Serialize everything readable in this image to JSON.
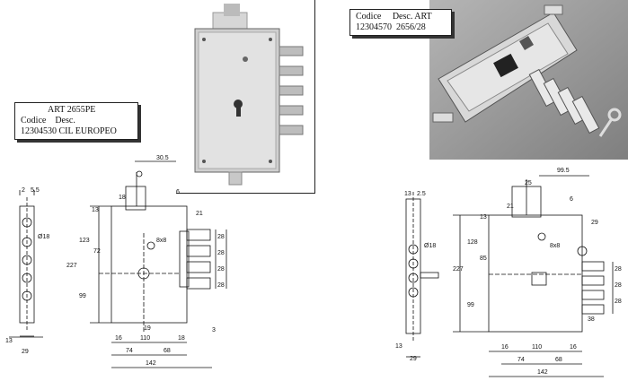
{
  "left_product": {
    "title": "ART 2655PE",
    "code_header": "Codice",
    "desc_header": "Desc.",
    "code": "12304530",
    "desc": "CIL EUROPEO"
  },
  "right_product": {
    "code_header": "Codice",
    "desc_header": "Desc. ART",
    "code": "12304570",
    "desc": "2656/28"
  },
  "left_dims": {
    "top_offset": "30.5",
    "side_a": "2",
    "side_b": "5.5",
    "d1": "18",
    "d2": "21",
    "d3": "6",
    "d4": "13",
    "h_total": "227",
    "h_upper": "123",
    "h_mid": "72",
    "h_lower": "99",
    "spacing": "28",
    "sq": "8x8",
    "dia": "Ø18",
    "bottom_13": "13",
    "width_small": "29",
    "b1": "16",
    "b2": "110",
    "b3": "18",
    "b4": "74",
    "b5": "68",
    "b6": "142",
    "b7": "3",
    "b8": "19"
  },
  "right_dims": {
    "top_width": "99.5",
    "side_a": "13",
    "side_b": "2.5",
    "t1": "25",
    "t2": "6",
    "t3": "21",
    "t4": "13",
    "t5": "29",
    "h_total": "227",
    "h_upper": "128",
    "h_mid": "85",
    "h_lower": "99",
    "spacing": "28",
    "s38": "38",
    "sq": "8x8",
    "dia": "Ø18",
    "width_small": "29",
    "bottom_13": "13",
    "b1": "16",
    "b2": "110",
    "b3": "16",
    "b4": "74",
    "b5": "68",
    "b6": "142"
  }
}
